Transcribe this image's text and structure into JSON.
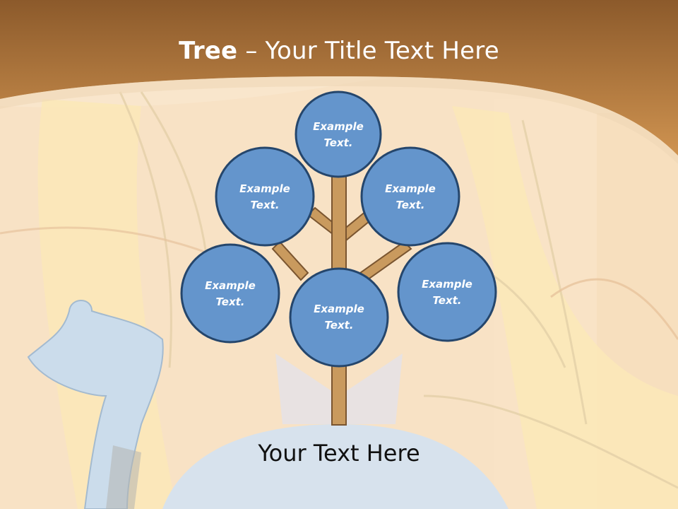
{
  "slide": {
    "title_bold": "Tree",
    "title_rest": " – Your Title Text Here",
    "footer_text": "Your Text Here"
  },
  "colors": {
    "header_top": "#8c5a2b",
    "header_bottom": "#c98a45",
    "node_fill": "#6495cc",
    "node_stroke": "#25466c",
    "branch_fill": "#c99a5e",
    "branch_stroke": "#7a5530",
    "background": "#f8e2c6"
  },
  "diagram": {
    "nodes": [
      {
        "id": "top",
        "line1": "Example",
        "line2": "Text."
      },
      {
        "id": "upper-left",
        "line1": "Example",
        "line2": "Text."
      },
      {
        "id": "upper-right",
        "line1": "Example",
        "line2": "Text."
      },
      {
        "id": "lower-left",
        "line1": "Example",
        "line2": "Text."
      },
      {
        "id": "center",
        "line1": "Example",
        "line2": "Text."
      },
      {
        "id": "lower-right",
        "line1": "Example",
        "line2": "Text."
      }
    ]
  }
}
